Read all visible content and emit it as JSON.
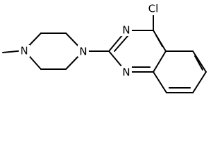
{
  "molecule": {
    "atoms": {
      "cl": "Cl",
      "n_quinazoline_top": "N",
      "n_quinazoline_bottom": "N",
      "n_piperazine_aryl": "N",
      "n_piperazine_methyl": "N"
    }
  },
  "colors": {
    "bond": "#000000",
    "label": "#000000",
    "background": "#ffffff"
  }
}
